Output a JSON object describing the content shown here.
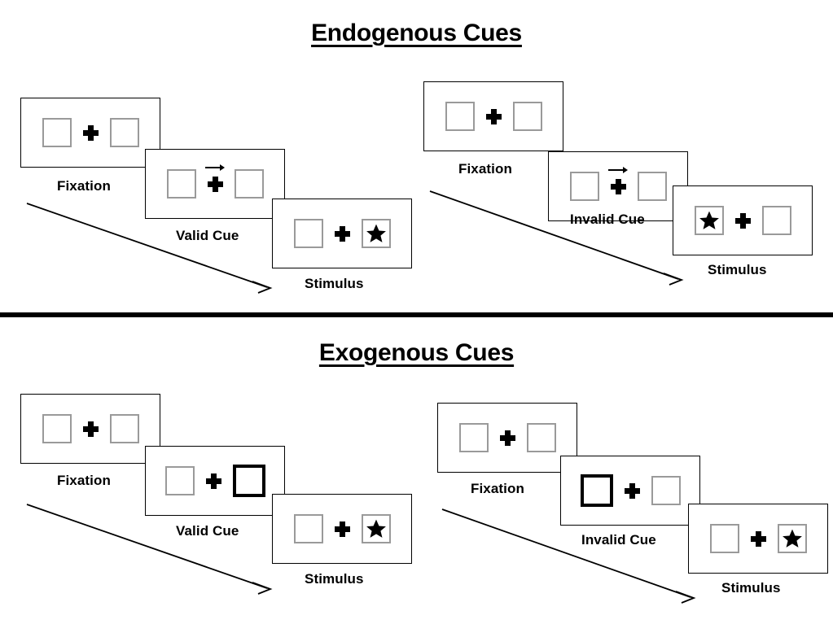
{
  "sections": [
    {
      "id": "endogenous",
      "title": "Endogenous Cues",
      "cue_type": "arrow",
      "panels": [
        {
          "id": "endogenous-valid",
          "validity": "valid",
          "frames": [
            {
              "caption": "Fixation",
              "left_box": "empty",
              "right_box": "empty",
              "cue": "none",
              "cue_side": "none"
            },
            {
              "caption": "Valid Cue",
              "left_box": "empty",
              "right_box": "empty",
              "cue": "arrow-right",
              "cue_side": "right"
            },
            {
              "caption": "Stimulus",
              "left_box": "empty",
              "right_box": "star",
              "cue": "none",
              "cue_side": "none"
            }
          ]
        },
        {
          "id": "endogenous-invalid",
          "validity": "invalid",
          "frames": [
            {
              "caption": "Fixation",
              "left_box": "empty",
              "right_box": "empty",
              "cue": "none",
              "cue_side": "none"
            },
            {
              "caption": "Invalid Cue",
              "left_box": "empty",
              "right_box": "empty",
              "cue": "arrow-right",
              "cue_side": "right"
            },
            {
              "caption": "Stimulus",
              "left_box": "star",
              "right_box": "empty",
              "cue": "none",
              "cue_side": "none"
            }
          ]
        }
      ]
    },
    {
      "id": "exogenous",
      "title": "Exogenous Cues",
      "cue_type": "box-flash",
      "panels": [
        {
          "id": "exogenous-valid",
          "validity": "valid",
          "frames": [
            {
              "caption": "Fixation",
              "left_box": "empty",
              "right_box": "empty",
              "cue": "none",
              "cue_side": "none"
            },
            {
              "caption": "Valid Cue",
              "left_box": "empty",
              "right_box": "cued",
              "cue": "box-flash",
              "cue_side": "right"
            },
            {
              "caption": "Stimulus",
              "left_box": "empty",
              "right_box": "star",
              "cue": "none",
              "cue_side": "none"
            }
          ]
        },
        {
          "id": "exogenous-invalid",
          "validity": "invalid",
          "frames": [
            {
              "caption": "Fixation",
              "left_box": "empty",
              "right_box": "empty",
              "cue": "none",
              "cue_side": "none"
            },
            {
              "caption": "Invalid Cue",
              "left_box": "cued",
              "right_box": "empty",
              "cue": "box-flash",
              "cue_side": "left"
            },
            {
              "caption": "Stimulus",
              "left_box": "empty",
              "right_box": "star",
              "cue": "none",
              "cue_side": "none"
            }
          ]
        }
      ]
    }
  ],
  "icons": {
    "fixation_cross": "plus-icon",
    "target": "star-icon",
    "cue_arrow": "arrow-right-icon",
    "sequence_arrow": "diagonal-arrow-icon"
  },
  "colors": {
    "ink": "#000000",
    "box_outline": "#9a9a9a",
    "frame_outline": "#000000",
    "background": "#ffffff"
  }
}
